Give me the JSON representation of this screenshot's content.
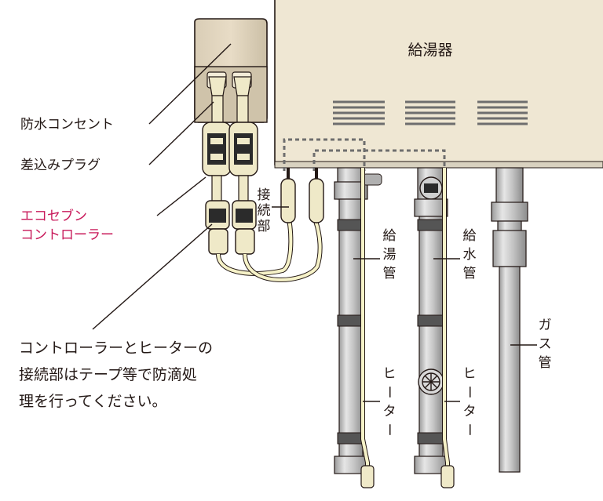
{
  "labels": {
    "water_heater": "給湯器",
    "outlet": "防水コンセント",
    "plug": "差込みプラグ",
    "controller_line1": "エコセブン",
    "controller_line2": "コントローラー",
    "junction_chars": [
      "接",
      "続",
      "部"
    ],
    "hot_pipe_chars": [
      "給",
      "湯",
      "管"
    ],
    "cold_pipe_chars": [
      "給",
      "水",
      "管"
    ],
    "gas_pipe_chars": [
      "ガ",
      "ス",
      "管"
    ],
    "heater_chars": [
      "ヒ",
      "ー",
      "タ",
      "ー"
    ],
    "note_line1": "コントローラーとヒーターの",
    "note_line2": "接続部はテープ等で防滴処",
    "note_line3": "理を行ってください。"
  },
  "colors": {
    "heater_body": "#efe7d3",
    "pipe": "#c6c6c6",
    "cable": "#f6f2c8",
    "accent": "#c8195a",
    "line": "#231815"
  }
}
